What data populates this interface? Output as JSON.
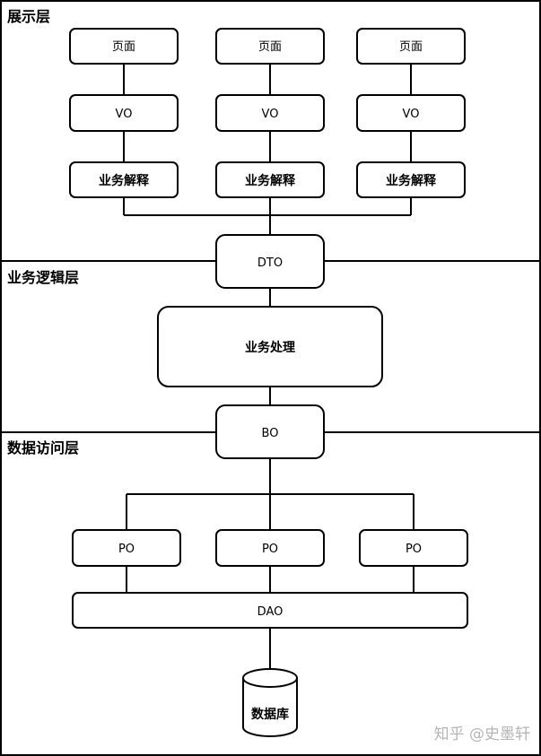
{
  "layers": {
    "presentation": "展示层",
    "business": "业务逻辑层",
    "data_access": "数据访问层"
  },
  "boxes": {
    "page": [
      "页面",
      "页面",
      "页面"
    ],
    "vo": [
      "VO",
      "VO",
      "VO"
    ],
    "interpret": [
      "业务解释",
      "业务解释",
      "业务解释"
    ],
    "dto": "DTO",
    "process": "业务处理",
    "bo": "BO",
    "po": [
      "PO",
      "PO",
      "PO"
    ],
    "dao": "DAO",
    "database": "数据库"
  },
  "watermark": "知乎 @史墨轩"
}
